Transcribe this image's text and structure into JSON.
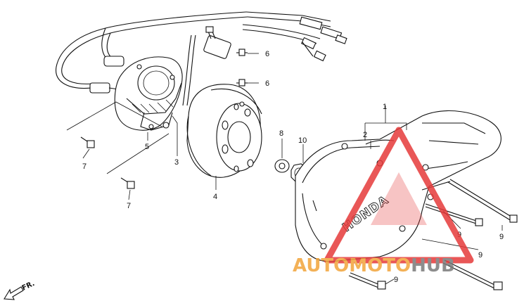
{
  "callouts": {
    "c1": "1",
    "c2": "2",
    "c3": "3",
    "c4": "4",
    "c5": "5",
    "c6a": "6",
    "c6b": "6",
    "c7a": "7",
    "c7b": "7",
    "c8": "8",
    "c9a": "9",
    "c9b": "9",
    "c9c": "9",
    "c9d": "9",
    "c10": "10"
  },
  "cover_logo": "HONDA",
  "direction_label": "FR.",
  "watermark": {
    "part1": "AUTOMOTO",
    "part2": "HUB",
    "color_primary": "#f2a43a",
    "color_secondary": "#7a7a7a",
    "triangle_color": "#e63a3a"
  }
}
